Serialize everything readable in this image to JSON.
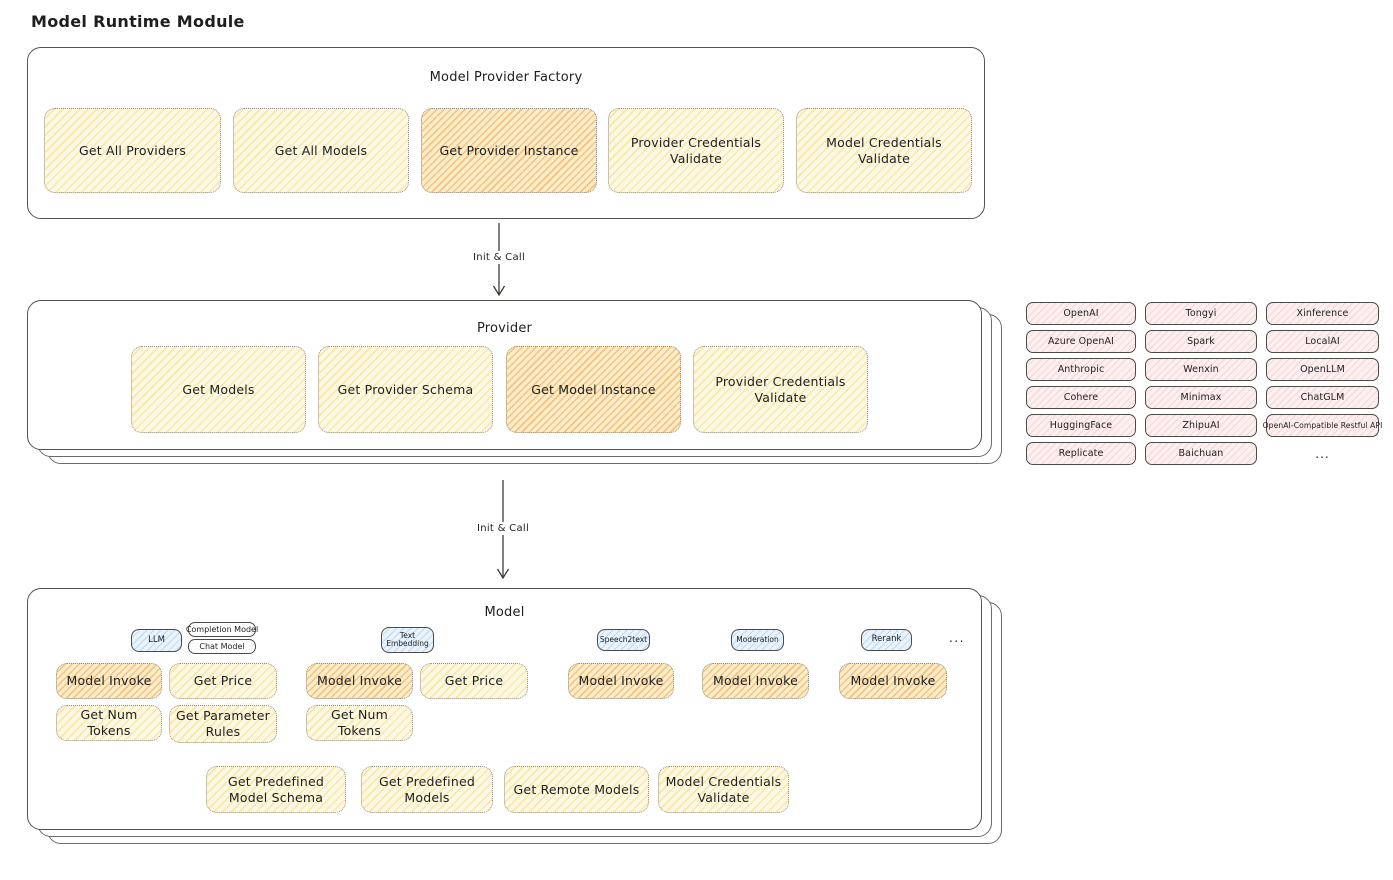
{
  "page_title": "Model Runtime Module",
  "palette": {
    "highlight_orange": "#f3a64a",
    "yellow": "#f7d878",
    "pink": "#f6b2b2",
    "blue": "#8ec0f0",
    "ink": "#1e1e1e"
  },
  "arrows": {
    "top": "Init & Call",
    "bottom": "Init & Call"
  },
  "factory": {
    "title": "Model Provider Factory",
    "boxes": [
      {
        "label": "Get All Providers",
        "highlighted": false
      },
      {
        "label": "Get All Models",
        "highlighted": false
      },
      {
        "label": "Get Provider Instance",
        "highlighted": true
      },
      {
        "label": "Provider Credentials Validate",
        "highlighted": false
      },
      {
        "label": "Model Credentials Validate",
        "highlighted": false
      }
    ]
  },
  "provider": {
    "title": "Provider",
    "boxes": [
      {
        "label": "Get Models",
        "highlighted": false
      },
      {
        "label": "Get Provider Schema",
        "highlighted": false
      },
      {
        "label": "Get Model Instance",
        "highlighted": true
      },
      {
        "label": "Provider Credentials Validate",
        "highlighted": false
      }
    ]
  },
  "provider_catalog": {
    "items": [
      "OpenAI",
      "Tongyi",
      "Xinference",
      "Azure OpenAI",
      "Spark",
      "LocalAI",
      "Anthropic",
      "Wenxin",
      "OpenLLM",
      "Cohere",
      "Minimax",
      "ChatGLM",
      "HuggingFace",
      "ZhipuAI",
      "OpenAI-Compatible Restful API",
      "Replicate",
      "Baichuan"
    ],
    "more": "..."
  },
  "model": {
    "title": "Model",
    "types": {
      "llm": "LLM",
      "completion": "Completion Model",
      "chat": "Chat Model",
      "text_embedding": "Text Embedding",
      "speech2text": "Speech2text",
      "moderation": "Moderation",
      "rerank": "Rerank",
      "more": "..."
    },
    "functions": {
      "model_invoke": "Model Invoke",
      "get_price": "Get Price",
      "get_num_tokens": "Get Num Tokens",
      "get_parameter_rules": "Get Parameter Rules"
    },
    "bottom": [
      "Get Predefined Model Schema",
      "Get Predefined Models",
      "Get Remote Models",
      "Model Credentials Validate"
    ]
  }
}
